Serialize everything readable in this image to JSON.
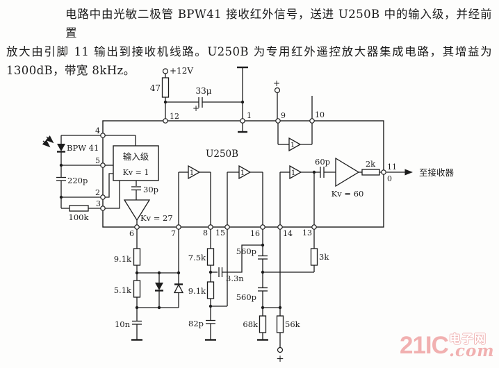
{
  "paragraph": {
    "lines": [
      "电路中由光敏二极管 BPW41 接收红外信号，送进 U250B 中的输入级，并经前置",
      "放大由引脚 11 输出到接收机线路。U250B 为专用红外遥控放大器集成电路，其增益为",
      "1300dB，带宽 8kHz。"
    ]
  },
  "schematic": {
    "ic_label": "U250B",
    "dest_label": "至接收器",
    "supply": {
      "v": "+12V",
      "r": "47",
      "c": "33μ",
      "cap_plus": "+"
    },
    "plus9": "+",
    "front": {
      "pd": "BPW 41",
      "c220": "220p",
      "r100k": "100k"
    },
    "stage": {
      "name": "输入级",
      "gain": "Kv = 1",
      "c30": "30p",
      "preamp_gain": "Kv = 27"
    },
    "buffers": [
      "1",
      "1",
      "1",
      "1"
    ],
    "out": {
      "c60": "60p",
      "gain": "Kv = 60",
      "r2k": "2k",
      "zero": "0",
      "term_plus": "+"
    },
    "net": {
      "r91a": "9.1k",
      "r51": "5.1k",
      "c10n": "10n",
      "r75": "7.5k",
      "c33n": "3.3n",
      "r91b": "9.1k",
      "c82": "82p",
      "c560a": "560p",
      "c560b": "560p",
      "r68k": "68k",
      "r56k": "56k",
      "r3k": "3k"
    },
    "pins": {
      "p1": "1",
      "p2": "2",
      "p3": "3",
      "p4": "4",
      "p5": "5",
      "p6": "6",
      "p7": "7",
      "p8": "8",
      "p9": "9",
      "p10": "10",
      "p11": "11",
      "p12": "12",
      "p13": "13",
      "p14": "14",
      "p15": "15",
      "p16": "16"
    }
  },
  "watermark": {
    "brand": "21IC",
    "site": "电子网",
    "com": ".com"
  }
}
